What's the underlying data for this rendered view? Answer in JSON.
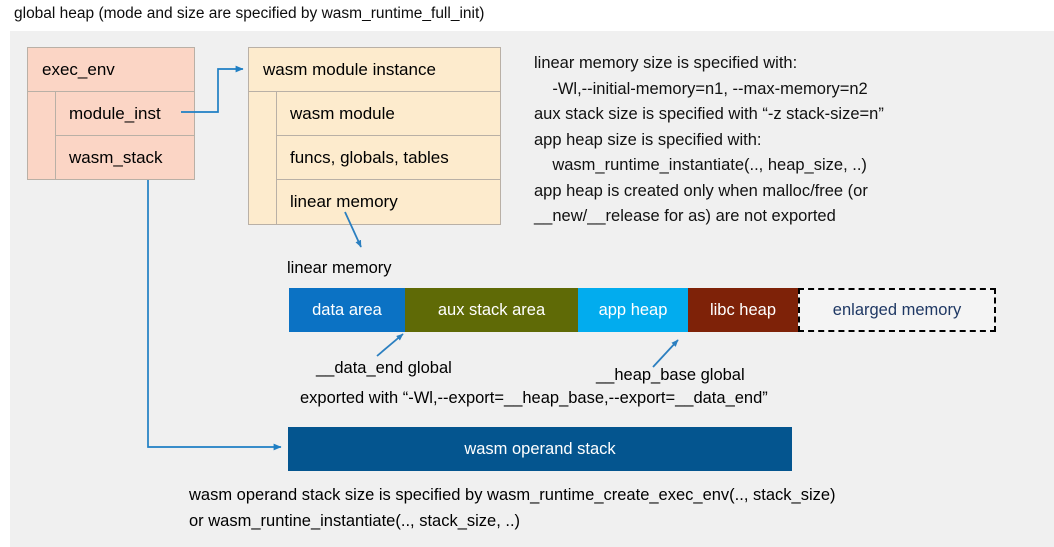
{
  "page_title": "global heap (mode and size are specified by wasm_runtime_full_init)",
  "exec_env": {
    "header": "exec_env",
    "fields": [
      "module_inst",
      "wasm_stack"
    ]
  },
  "module_instance": {
    "header": "wasm module instance",
    "fields": [
      "wasm module",
      "funcs, globals, tables",
      "linear memory"
    ]
  },
  "memory_notes": "linear memory size is specified with:\n    -Wl,--initial-memory=n1, --max-memory=n2\naux stack size is specified with “-z stack-size=n”\napp heap size is specified with:\n    wasm_runtime_instantiate(.., heap_size, ..)\napp heap is created only when malloc/free (or\n__new/__release for as) are not exported",
  "linear_memory": {
    "label": "linear memory",
    "segments": [
      {
        "label": "data area",
        "color": "#0b72c4",
        "width": 116
      },
      {
        "label": "aux stack area",
        "color": "#5f6a06",
        "width": 173
      },
      {
        "label": "app heap",
        "color": "#02acee",
        "width": 110
      },
      {
        "label": "libc heap",
        "color": "#7e2208",
        "width": 110
      },
      {
        "label": "enlarged memory",
        "color": "#f4f4f4",
        "width": 198,
        "dashed": true
      }
    ]
  },
  "annotations": {
    "data_end": "__data_end global",
    "heap_base": "__heap_base global",
    "export_note": "exported with “-Wl,--export=__heap_base,--export=__data_end”"
  },
  "operand_stack": {
    "label": "wasm operand stack",
    "note": "wasm operand stack size is specified by wasm_runtime_create_exec_env(.., stack_size)\nor wasm_runtine_instantiate(.., stack_size, ..)"
  },
  "colors": {
    "panel_bg": "#f0f0f0",
    "exec_env_fill": "#fbd5c5",
    "module_fill": "#fdebcd",
    "connector": "#1f7fc4",
    "operand_stack_fill": "#04558f"
  }
}
